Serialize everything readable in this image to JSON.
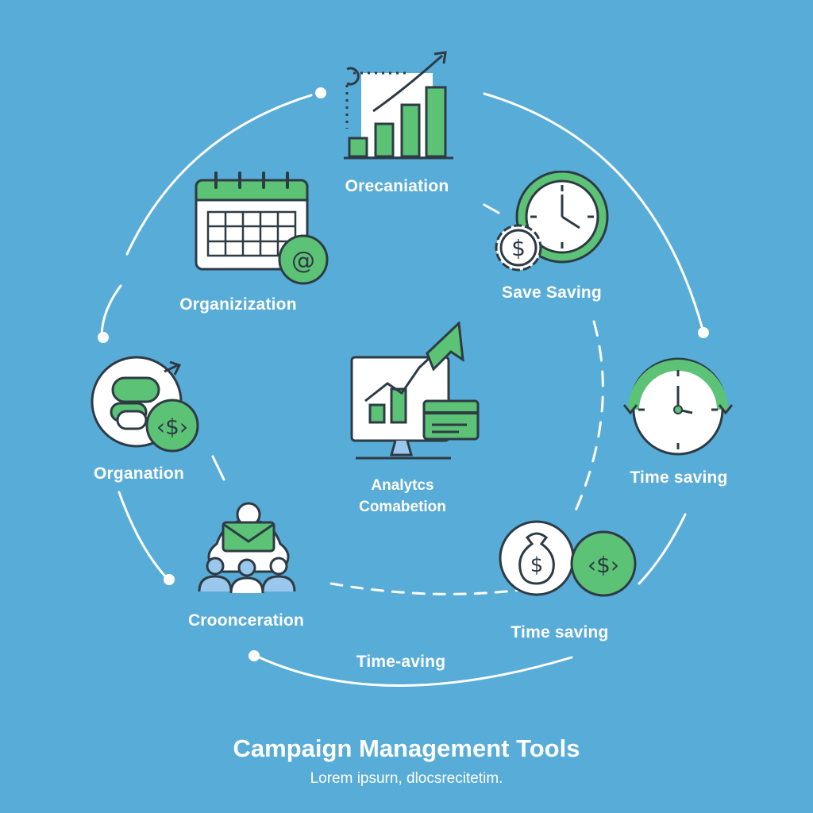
{
  "title": "Campaign Management Tools",
  "subtitle": "Lorem ipsurn, dlocsrecitetim.",
  "center": {
    "line1": "Analytcs",
    "line2": "Comabetion"
  },
  "nodes": [
    {
      "label": "Orecaniation",
      "icon": "bar-chart-growth-icon"
    },
    {
      "label": "Organizization",
      "icon": "calendar-email-icon"
    },
    {
      "label": "Save Saving",
      "icon": "clock-dollar-gear-icon"
    },
    {
      "label": "Organation",
      "icon": "budget-exchange-icon"
    },
    {
      "label": "Time saving",
      "icon": "clock-cycle-icon"
    },
    {
      "label": "Croonceration",
      "icon": "team-message-icon"
    },
    {
      "label": "Time saving",
      "icon": "money-bag-exchange-icon"
    },
    {
      "label": "Time-aving",
      "icon": ""
    }
  ],
  "colors": {
    "background": "#58acd8",
    "accent_green": "#5cc276",
    "outline": "#2e3b45",
    "icon_fill": "#ffffff"
  }
}
